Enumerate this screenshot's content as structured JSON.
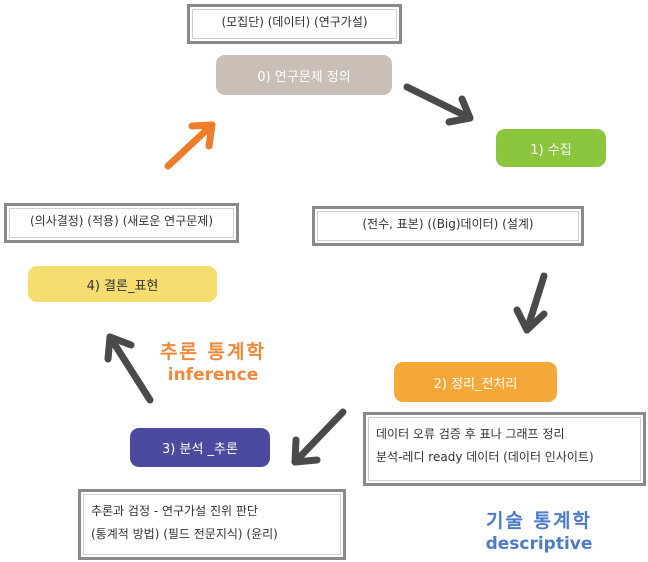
{
  "top_note": "(모집단) (데이터) (연구가설)",
  "steps": {
    "s0": "0) 연구문제 정의",
    "s1": "1) 수집",
    "s2": "2) 정리_전처리",
    "s3": "3) 분석 _추론",
    "s4": "4) 결론_표현"
  },
  "notes": {
    "collect": "(전수, 표본) ((Big)데이터) (설계)",
    "preprocess": [
      "데이터 오류 검증 후 표나 그래프 정리",
      "분석-레디 ready 데이터 (데이터 인사이트)"
    ],
    "analysis": [
      "추론과 검정 - 연구가설 진위 판단",
      "(통계적 방법) (필드 전문지식) (윤리)"
    ],
    "conclusion": "(의사결정) (적용) (새로운 연구문제)"
  },
  "captions": {
    "inference_ko": "추론 통계학",
    "inference_en": "inference",
    "descriptive_ko": "기술 통계학",
    "descriptive_en": "descriptive"
  },
  "colors": {
    "step0": "#c9bfb6",
    "step1": "#8cc63f",
    "step2": "#f5a83a",
    "step3": "#4b4a9f",
    "step4": "#f7dc6f",
    "inference": "#ee8a3c",
    "descriptive": "#4d7bc9",
    "arrow_dark": "#4a4a4a",
    "arrow_orange": "#ee7d2b"
  }
}
